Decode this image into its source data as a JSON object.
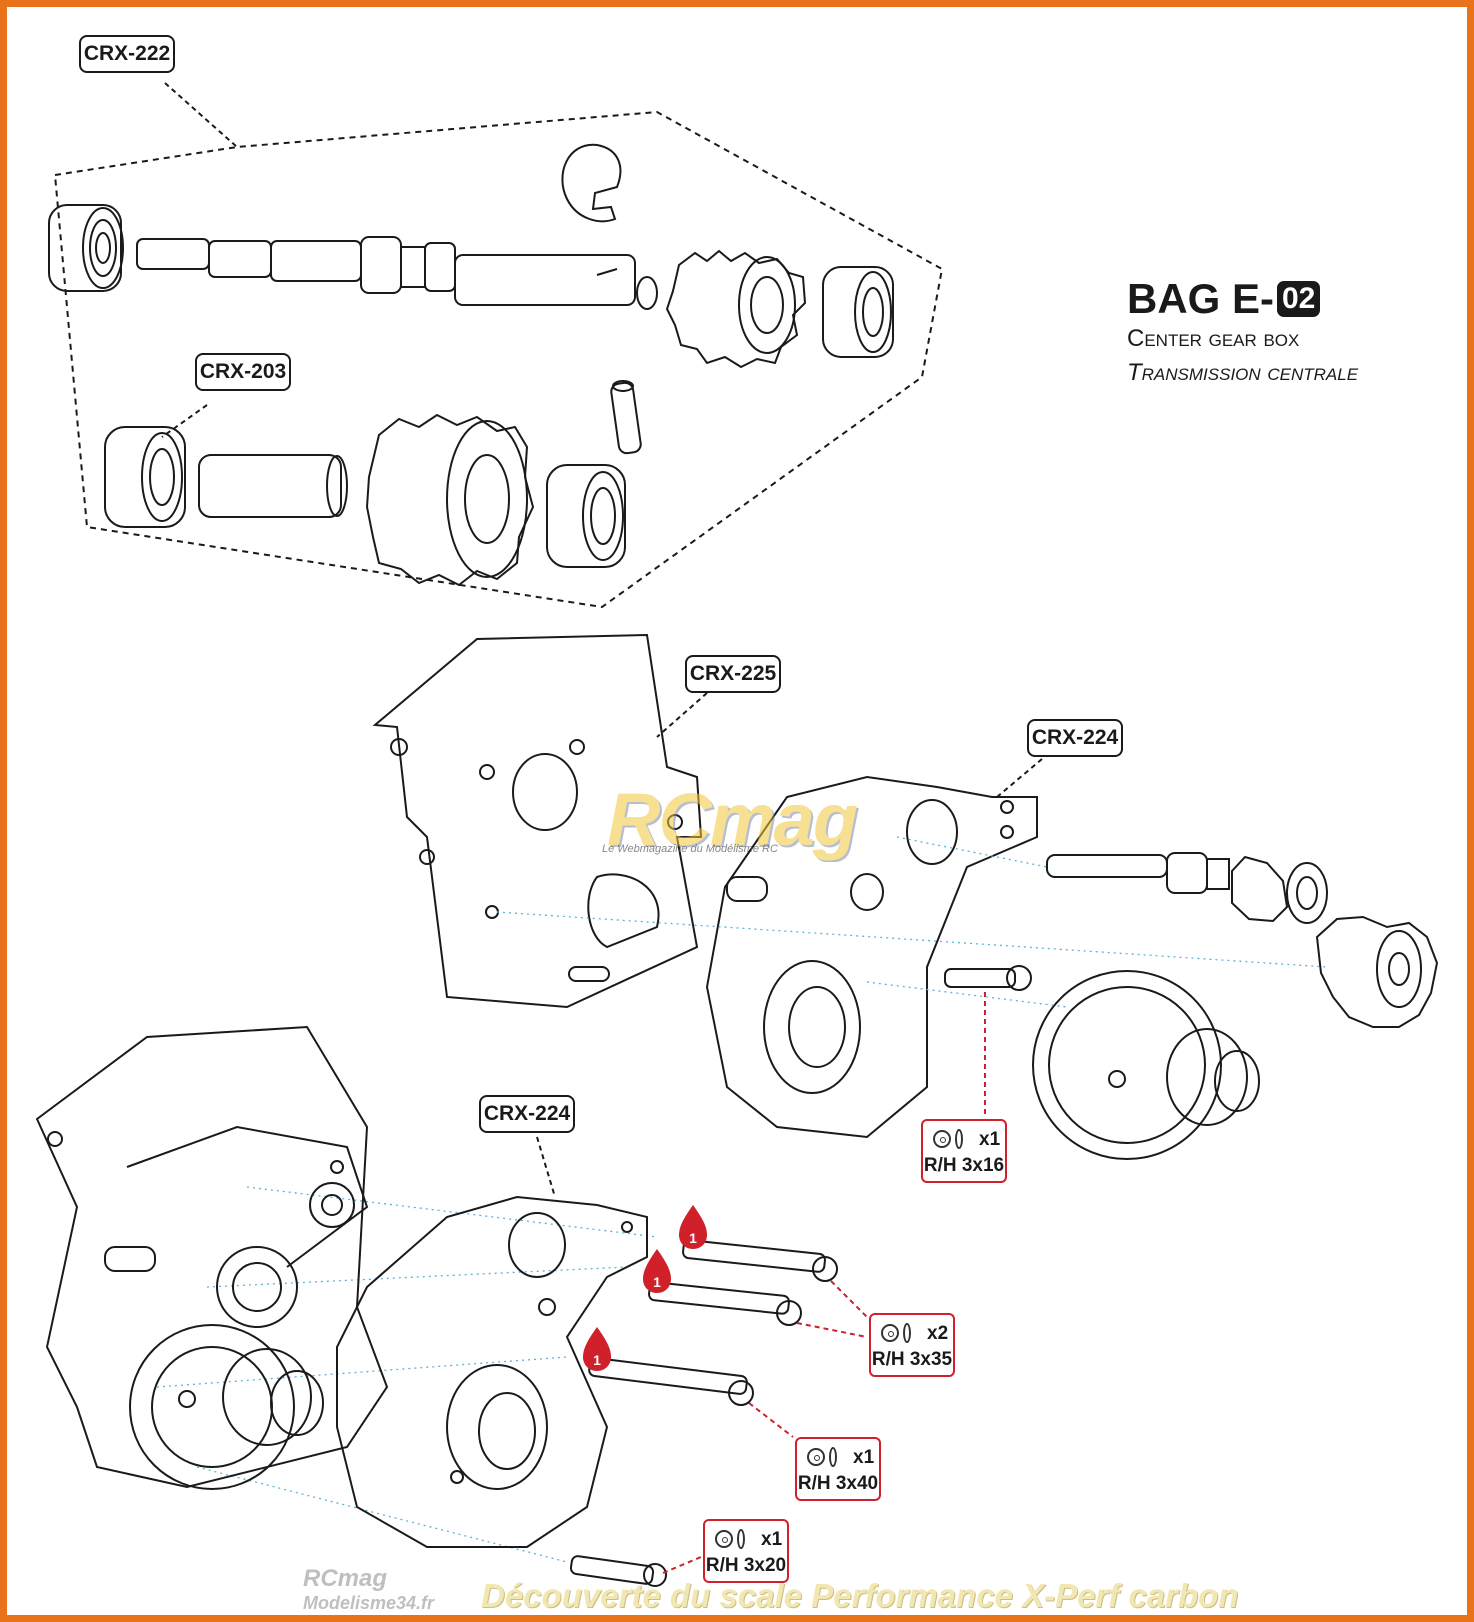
{
  "frame_color": "#e8731a",
  "accent_red": "#d0202a",
  "bag": {
    "title": "BAG E-",
    "number": "02",
    "subtitle_en": "Center gear box",
    "subtitle_fr": "Transmission centrale"
  },
  "part_labels": {
    "crx222": "CRX-222",
    "crx203": "CRX-203",
    "crx225": "CRX-225",
    "crx224_top": "CRX-224",
    "crx224_bottom": "CRX-224"
  },
  "hardware": [
    {
      "qty": "x1",
      "size": "R/H 3x16"
    },
    {
      "qty": "x2",
      "size": "R/H 3x35"
    },
    {
      "qty": "x1",
      "size": "R/H 3x40"
    },
    {
      "qty": "x1",
      "size": "R/H 3x20"
    }
  ],
  "thread_lock_marker": "1",
  "watermark": {
    "logo": "RCmag",
    "tagline": "Le Webmagazine du Modélisme RC",
    "site_top": "RCmag",
    "site_bottom": "Modelisme34.fr",
    "caption": "Découverte du scale Performance X-Perf carbon"
  }
}
